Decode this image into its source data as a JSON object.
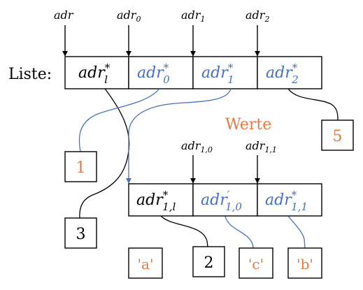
{
  "colors": {
    "pointer": "#4a6fc0",
    "value": "#e07a45",
    "ink": "#000000"
  },
  "labels": {
    "list": "Liste:",
    "values_heading": "Werte"
  },
  "address_labels": {
    "adr": "adr",
    "adr0": {
      "base": "adr",
      "sub": "0"
    },
    "adr1": {
      "base": "adr",
      "sub": "1"
    },
    "adr2": {
      "base": "adr",
      "sub": "2"
    },
    "adr10": {
      "base": "adr",
      "sub": "1,0"
    },
    "adr11": {
      "base": "adr",
      "sub": "1,1"
    }
  },
  "outer_list": [
    {
      "base": "adr",
      "sup": "*",
      "sub": "l"
    },
    {
      "base": "adr",
      "sup": "*",
      "sub": "0"
    },
    {
      "base": "adr",
      "sup": "*",
      "sub": "1"
    },
    {
      "base": "adr",
      "sup": "*",
      "sub": "2"
    }
  ],
  "inner_list": [
    {
      "base": "adr",
      "sup": "*",
      "sub": "1,l"
    },
    {
      "base": "adr",
      "sup": "′",
      "sub": "1,0"
    },
    {
      "base": "adr",
      "sup": "*",
      "sub": "1,1"
    }
  ],
  "value_boxes": {
    "v1": "1",
    "v5": "5",
    "va": "'a'",
    "vc": "'c'",
    "vb": "'b'"
  },
  "length_boxes": {
    "l3": "3",
    "l2": "2"
  }
}
